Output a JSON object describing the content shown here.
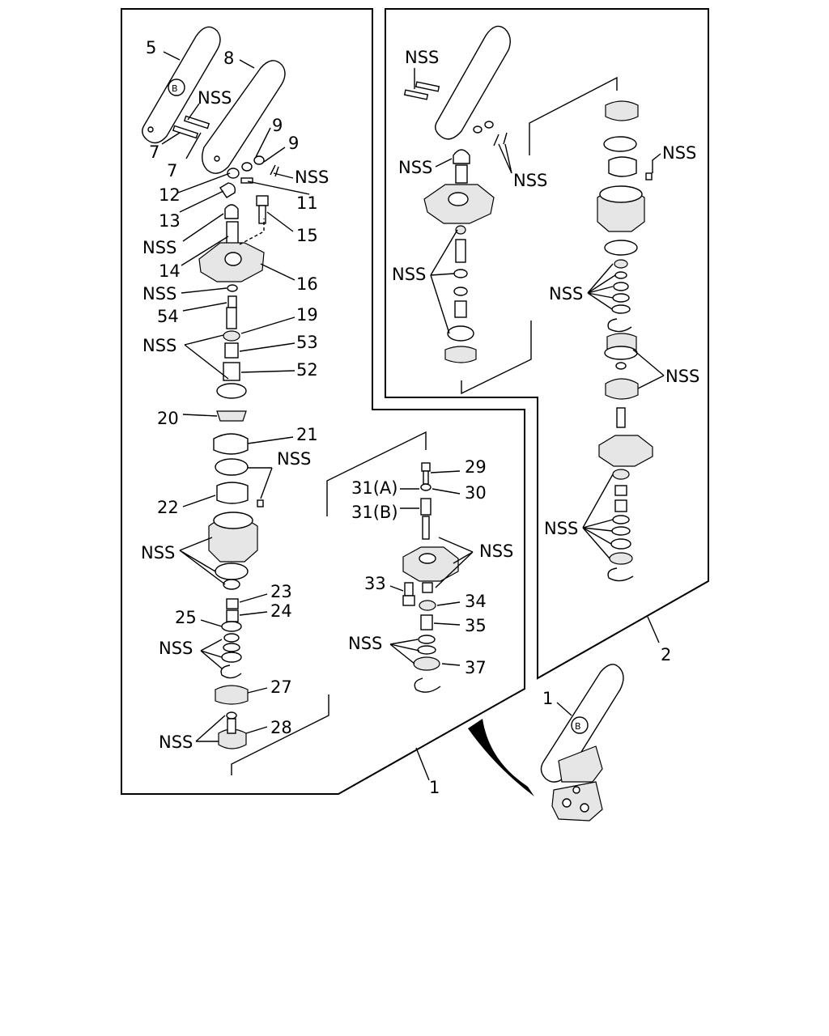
{
  "labels": {
    "l1_5": "5",
    "l1_8": "8",
    "l1_nss_a": "NSS",
    "l1_9a": "9",
    "l1_9b": "9",
    "l1_nss_b": "NSS",
    "l1_7a": "7",
    "l1_7b": "7",
    "l1_12": "12",
    "l1_11": "11",
    "l1_13": "13",
    "l1_15": "15",
    "l1_nss_c": "NSS",
    "l1_14": "14",
    "l1_16": "16",
    "l1_nss_d": "NSS",
    "l1_54": "54",
    "l1_19": "19",
    "l1_nss_e": "NSS",
    "l1_53": "53",
    "l1_52": "52",
    "l1_20": "20",
    "l1_21": "21",
    "l1_nss_f": "NSS",
    "l1_22": "22",
    "l1_nss_g": "NSS",
    "l1_23": "23",
    "l1_24": "24",
    "l1_25": "25",
    "l1_nss_h": "NSS",
    "l1_27": "27",
    "l1_28": "28",
    "l1_nss_i": "NSS",
    "l1_29": "29",
    "l1_31a": "31(A)",
    "l1_30": "30",
    "l1_31b": "31(B)",
    "l1_nss_j": "NSS",
    "l1_33": "33",
    "l1_34": "34",
    "l1_35": "35",
    "l1_nss_k": "NSS",
    "l1_37": "37",
    "grp1": "1",
    "r_nss_a": "NSS",
    "r_nss_b": "NSS",
    "r_nss_c": "NSS",
    "r_nss_d": "NSS",
    "r_nss_e": "NSS",
    "r_nss_f": "NSS",
    "r_nss_g": "NSS",
    "r_nss_h": "NSS",
    "grp2": "2",
    "asm1": "1"
  }
}
